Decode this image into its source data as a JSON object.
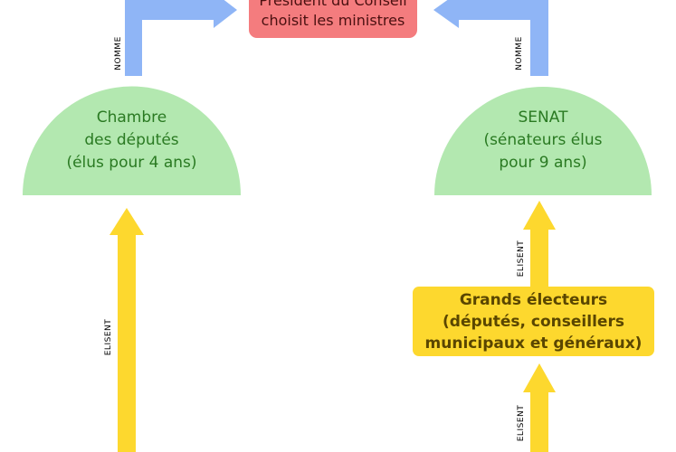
{
  "president": {
    "line1": "Président du Conseil",
    "line2": "choisit les ministres"
  },
  "chambre": {
    "line1": "Chambre",
    "line2": "des députés",
    "line3": "(élus pour 4 ans)"
  },
  "senat": {
    "line1": "SENAT",
    "line2": "(sénateurs élus",
    "line3": "pour 9 ans)"
  },
  "grands_electeurs": {
    "line1": "Grands électeurs",
    "line2": "(députés, conseillers",
    "line3": "municipaux et généraux)"
  },
  "labels": {
    "nomme_left": "NOMME",
    "nomme_right": "NOMME",
    "elisent_left": "ELISENT",
    "elisent_right_upper": "ELISENT",
    "elisent_right_lower": "ELISENT"
  },
  "colors": {
    "blue_arrow": "#8fb5f6",
    "yellow_arrow": "#fdd82e",
    "dome_green": "#b3e8b0",
    "president_red": "#f47c7e"
  }
}
